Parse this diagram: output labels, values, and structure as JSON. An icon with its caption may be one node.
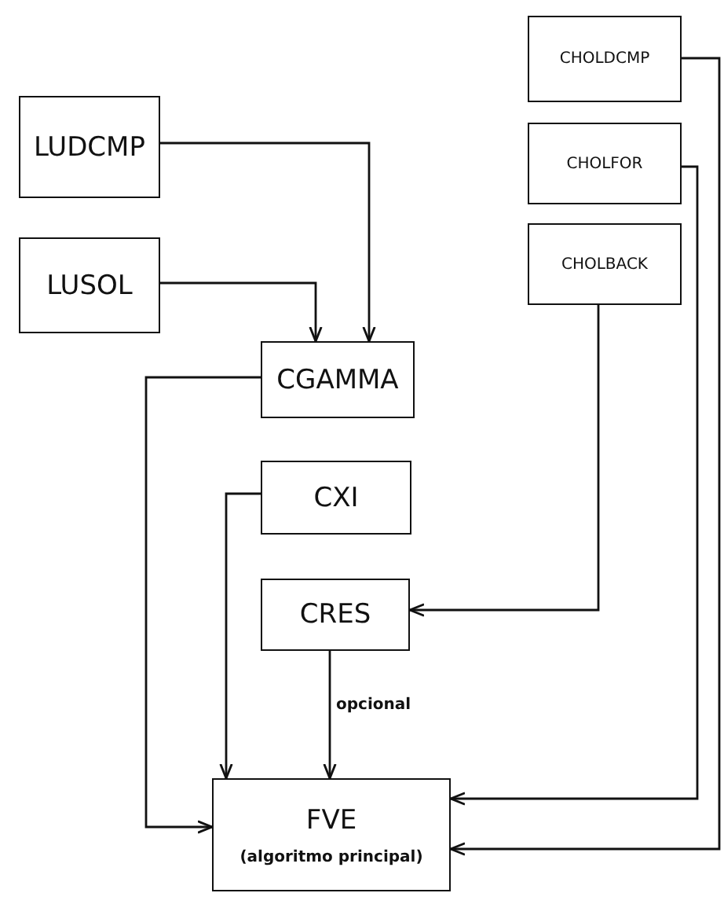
{
  "diagram": {
    "nodes": [
      {
        "text": [
          "CHOLDCMP"
        ]
      },
      {
        "text": [
          "LUDCMP"
        ]
      },
      {
        "text": [
          "CHOLFOR"
        ]
      },
      {
        "text": [
          "LUSOL"
        ]
      },
      {
        "text": [
          "CHOLBACK"
        ]
      },
      {
        "text": [
          "CGAMMA"
        ]
      },
      {
        "text": [
          "CXI"
        ]
      },
      {
        "text": [
          "CRES"
        ]
      },
      {
        "text": [
          "FVE",
          "(algoritmo principal)"
        ]
      }
    ],
    "edges": [
      {
        "from": 1,
        "to": 5,
        "arrow": "to"
      },
      {
        "from": 3,
        "to": 5,
        "arrow": "to"
      },
      {
        "from": 5,
        "to": 8,
        "arrow": "to"
      },
      {
        "from": 6,
        "to": 8,
        "arrow": "to"
      },
      {
        "from": 4,
        "to": 7,
        "arrow": "to"
      },
      {
        "from": 7,
        "to": 8,
        "arrow": "to",
        "label": "opcional"
      },
      {
        "from": 2,
        "to": 8,
        "arrow": "to"
      },
      {
        "from": 0,
        "to": 8,
        "arrow": "to"
      }
    ]
  }
}
